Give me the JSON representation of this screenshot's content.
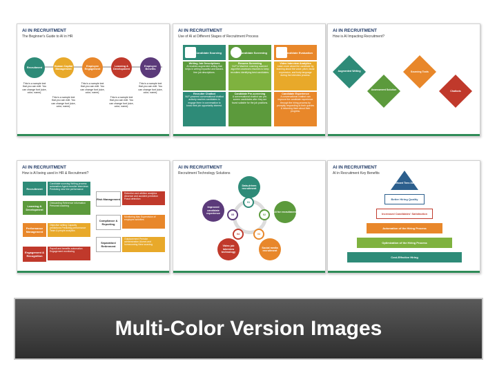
{
  "slides": [
    {
      "title": "AI IN RECRUITMENT",
      "subtitle": "The Beginner's Guide to AI in HR",
      "stages": [
        "Recruitment",
        "Human Capital Management",
        "Employee Engagement",
        "Learning & Development",
        "Employee Benefits"
      ],
      "sample_text": "This is a sample text that you can edit. You can change font (size, color, name)."
    },
    {
      "title": "AI IN RECRUITMENT",
      "subtitle": "Use of AI at Different Stages of Recruitment Process",
      "columns": [
        {
          "header": "Candidate Sourcing",
          "t1": "Writing Job Descriptions",
          "d1": "AI enables augmented writing that helps in writing impactful and biased-free job descriptions.",
          "t2": "Recruiter Chatbot",
          "d2": "NLP-powered conversational chatbot actively reaches candidates to engage them in conversation to know their job opportunity interest."
        },
        {
          "header": "Candidate Screening",
          "t1": "Resume Screening",
          "d1": "NLP & Machine Learning scanned algorithm assesses resumes to keep recruiters identifying best candidates.",
          "t2": "Candidate Pre-screening",
          "d2": "A conversational chatbot can pre-screen candidates after they are found suitable for the job positions."
        },
        {
          "header": "Candidate Evaluation",
          "t1": "Video Interview Analytics",
          "d1": "Learn more about the candidate by learning about the voice, pitch, facial expression, and body language during the interview process.",
          "t2": "Candidate Experience",
          "d2": "A conversational chatbot can improve the candidate experience through the hiring process by promptly responding to their queries & informing them about their progress."
        }
      ]
    },
    {
      "title": "AI IN RECRUITMENT",
      "subtitle": "How is AI Impacting Recruitment?",
      "items": [
        "Augmented Writing",
        "Assessment Solution",
        "Sourcing Tools",
        "Chatbots"
      ]
    },
    {
      "title": "AI IN RECRUITMENT",
      "subtitle": "How is AI being used in HR & Recruitment?",
      "left": [
        {
          "label": "Recruitment",
          "text": "Candidate sourcing Writing process automation Agent recruiter interviews Predicting new hire performance"
        },
        {
          "label": "Learning & Development",
          "text": "Onboarding Reference information Personal coaching"
        },
        {
          "label": "Performance Management",
          "text": "Objective setting Capacity predictions Predicting performance Team & people analytics"
        },
        {
          "label": "Engagement & Recognition",
          "text": "Payroll and benefits automation Engagement monitoring"
        }
      ],
      "right": [
        {
          "label": "Risk Management",
          "text": "Retention and attrition analytics Absence and accident prediction Fraud detection"
        },
        {
          "label": "Compliance & Reporting",
          "text": "Monitoring bias Supervision of employee activities"
        },
        {
          "label": "Separation/ Retirement",
          "text": "Outplacement Pension administration Alumni and homecoming New sourcing"
        }
      ]
    },
    {
      "title": "AI IN RECRUITMENT",
      "subtitle": "Recruitment Technology Solutions",
      "nodes": [
        "Data-driven recruitment",
        "AI for recruitment",
        "Social media recruitment",
        "Video job interview technology",
        "Improved candidate experience"
      ],
      "numbers": [
        "01",
        "02",
        "03",
        "04",
        "05"
      ]
    },
    {
      "title": "AI IN RECRUITMENT",
      "subtitle": "AI in Recruitment Key Benefits",
      "levels": [
        "Significant Time-Saving",
        "Better Hiring Quality",
        "Increased Candidates' Satisfaction",
        "Automation of the Hiring Process",
        "Optimization of the Hiring Process",
        "Cost-Effective Hiring"
      ]
    }
  ],
  "banner": {
    "text": "Multi-Color Version Images"
  },
  "colors": {
    "teal": "#2e8b78",
    "orange": "#e8872a",
    "red": "#c0392b",
    "purple": "#5b3a7a",
    "blue": "#2c5f8d",
    "green": "#5c9a3c"
  }
}
